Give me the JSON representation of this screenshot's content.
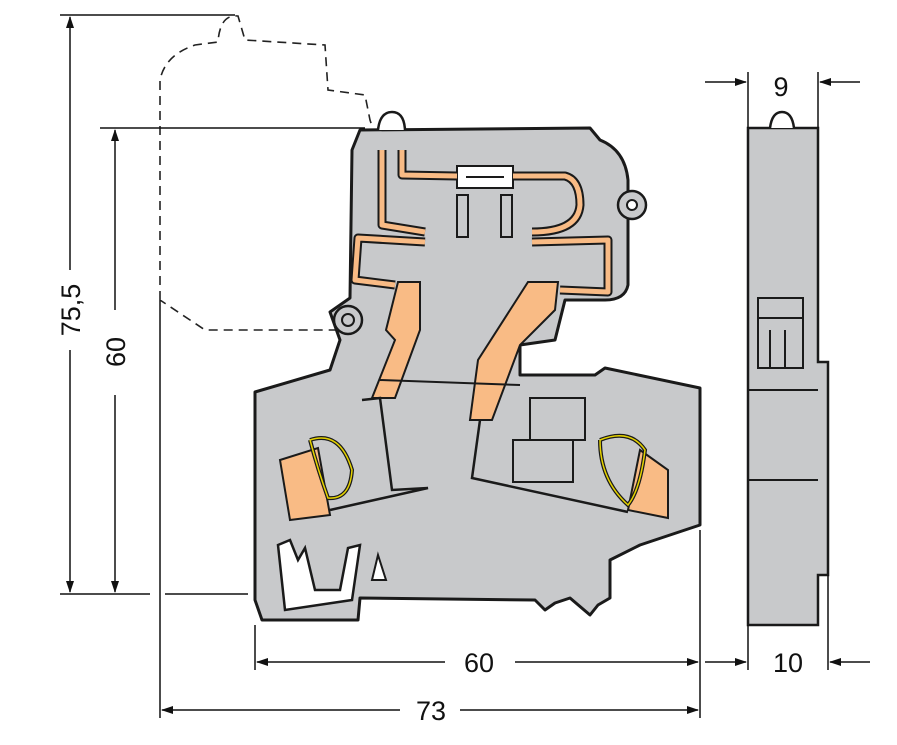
{
  "dimensions": {
    "total_height": "75,5",
    "body_height": "60",
    "side_top_width": "9",
    "body_width": "60",
    "side_width": "10",
    "total_width": "73"
  },
  "colors": {
    "housing": "#c8c9cb",
    "conductor": "#f9bb85",
    "outline": "#1a1a1a"
  }
}
